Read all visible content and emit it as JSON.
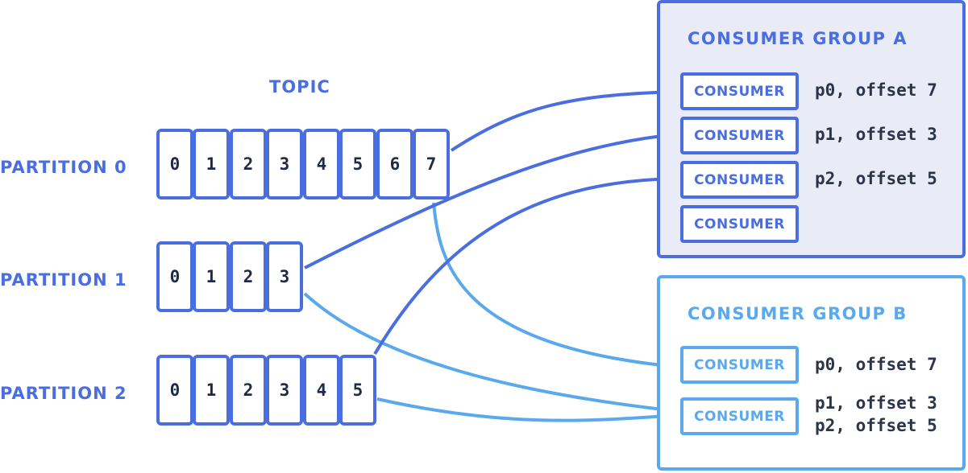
{
  "topic_label": "TOPIC",
  "partitions": [
    {
      "label": "PARTITION 0",
      "offsets": [
        "0",
        "1",
        "2",
        "3",
        "4",
        "5",
        "6",
        "7"
      ]
    },
    {
      "label": "PARTITION 1",
      "offsets": [
        "0",
        "1",
        "2",
        "3"
      ]
    },
    {
      "label": "PARTITION 2",
      "offsets": [
        "0",
        "1",
        "2",
        "3",
        "4",
        "5"
      ]
    }
  ],
  "group_a": {
    "title": "CONSUMER GROUP A",
    "consumers": [
      {
        "label": "CONSUMER",
        "note": "p0, offset 7"
      },
      {
        "label": "CONSUMER",
        "note": "p1, offset 3"
      },
      {
        "label": "CONSUMER",
        "note": "p2, offset 5"
      },
      {
        "label": "CONSUMER",
        "note": ""
      }
    ]
  },
  "group_b": {
    "title": "CONSUMER GROUP B",
    "consumers": [
      {
        "label": "CONSUMER",
        "note": "p0, offset 7"
      },
      {
        "label": "CONSUMER",
        "note": "p1, offset 3",
        "note2": "p2, offset 5"
      }
    ]
  },
  "colors": {
    "group_a": "#4a6ee0",
    "group_b": "#5aa9ec",
    "text_dark": "#2b3448"
  }
}
